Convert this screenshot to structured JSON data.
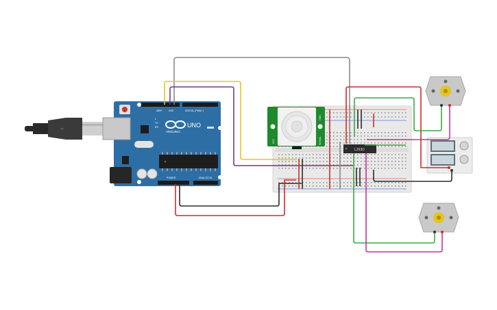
{
  "arduino": {
    "brand": "UNO",
    "sub_brand": "ARDUINO",
    "digital_label": "DIGITAL (PWM~)",
    "power_label": "POWER",
    "analog_label": "ANALOG IN",
    "tx_label": "TX",
    "rx_label": "RX",
    "l_label": "L",
    "aref_label": "AREF",
    "gnd_label": "GND"
  },
  "pir": {
    "vcc_label": "VCC",
    "signal_label": "SIGNAL",
    "gnd_label": "GND"
  },
  "driver": {
    "chip_label": "L293D"
  },
  "colors": {
    "board": "#2d6fa5",
    "breadboard": "#e9e9e9",
    "wire_yellow": "#e8c51f",
    "wire_purple": "#6e3a8c",
    "wire_gray": "#8a8a8a",
    "wire_red": "#d12a2a",
    "wire_black": "#2b2b2b",
    "wire_green": "#3aa845",
    "wire_magenta": "#c0359c",
    "pir_green": "#1e8a2e"
  }
}
